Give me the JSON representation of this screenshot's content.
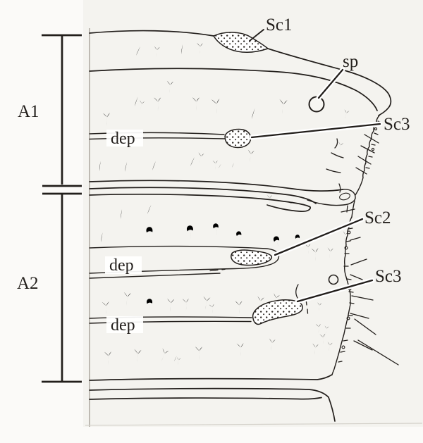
{
  "figure": {
    "labels": {
      "segment_a1": "A1",
      "segment_a2": "A2",
      "sc1": "Sc1",
      "sp": "sp",
      "sc3_a1": "Sc3",
      "dep_a1": "dep",
      "sc2": "Sc2",
      "dep_a2_upper": "dep",
      "sc3_a2": "Sc3",
      "dep_a2_lower": "dep"
    },
    "colors": {
      "ink": "#221e1b",
      "paper": "#f4f3ef",
      "background": "#fbfaf8",
      "leader_halo": "#ffffff"
    }
  }
}
